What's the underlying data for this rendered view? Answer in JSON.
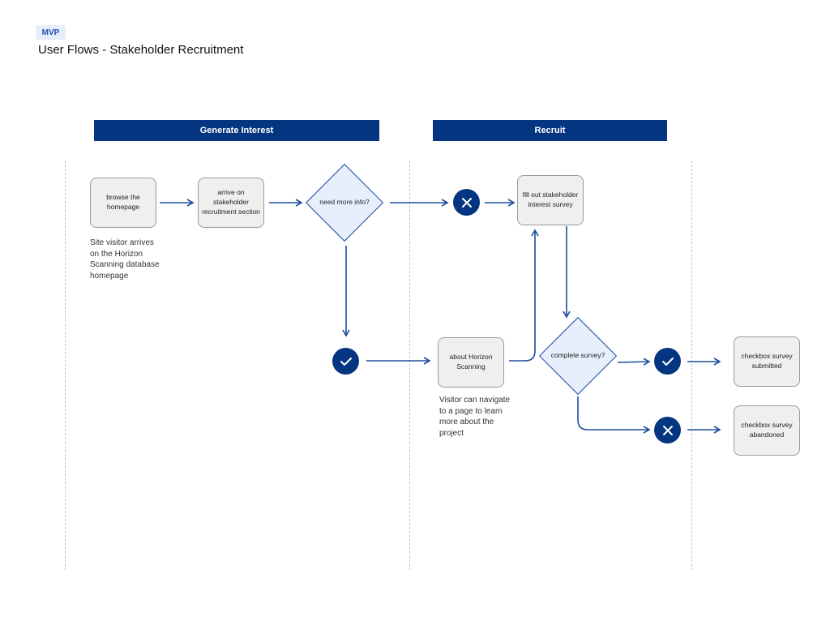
{
  "header": {
    "badge": "MVP",
    "title": "User Flows - Stakeholder Recruitment"
  },
  "lanes": [
    {
      "label": "Generate Interest"
    },
    {
      "label": "Recruit"
    }
  ],
  "nodes": {
    "browse": "browse the homepage",
    "arrive": "arrive on stakeholder recruitment section",
    "need_info": "need more info?",
    "fill_survey": "fill out stakeholder interest survey",
    "about": "about Horizon Scanning",
    "complete": "complete survey?",
    "submitted": "checkbox survey submitted",
    "abandoned": "checkbox survey abandoned"
  },
  "notes": {
    "site_visitor": "Site visitor arrives on the Horizon Scanning database homepage",
    "visitor_navigate": "Visitor can navigate to a page to learn more about the project"
  },
  "icons": {
    "yes": "check-icon",
    "no": "x-icon"
  },
  "colors": {
    "brand_navy": "#033581",
    "diamond_fill": "#e7effc",
    "node_fill": "#efefef"
  }
}
